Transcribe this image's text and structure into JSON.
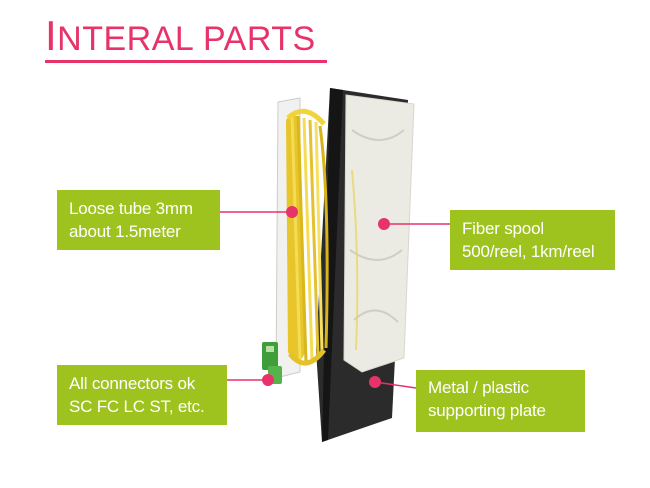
{
  "title": {
    "first_letter": "I",
    "rest": "NTERAL PARTS"
  },
  "labels": {
    "loose_tube": {
      "line1": "Loose tube 3mm",
      "line2": "about 1.5meter"
    },
    "connectors": {
      "line1": "All connectors ok",
      "line2": "SC FC LC ST, etc."
    },
    "fiber_spool": {
      "line1": "Fiber spool",
      "line2": "500/reel, 1km/reel"
    },
    "plate": {
      "line1": "Metal / plastic",
      "line2": "supporting plate"
    }
  },
  "colors": {
    "accent": "#e8336a",
    "label_bg": "#9ec31f",
    "cable_yellow": "#f0d43a",
    "plate_dark": "#2b2b2b"
  }
}
